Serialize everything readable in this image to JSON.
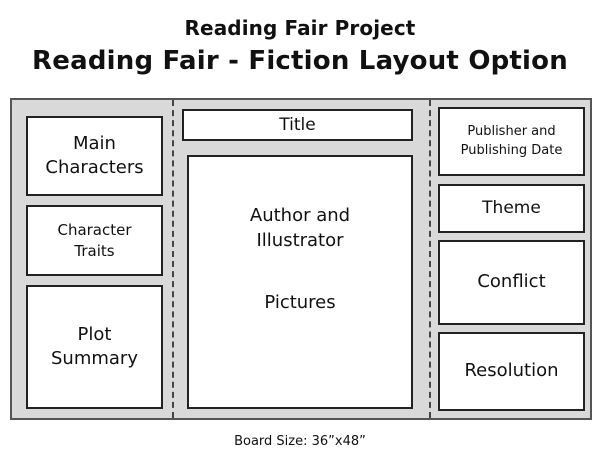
{
  "header": {
    "subtitle": "Reading Fair Project",
    "title": "Reading Fair - Fiction Layout Option"
  },
  "board": {
    "left_panel": {
      "main_characters": "Main\nCharacters",
      "character_traits": "Character\nTraits",
      "plot_summary": "Plot\nSummary"
    },
    "center_panel": {
      "title": "Title",
      "author_illustrator": "Author and\nIllustrator",
      "pictures": "Pictures"
    },
    "right_panel": {
      "publisher": "Publisher and\nPublishing Date",
      "theme": "Theme",
      "conflict": "Conflict",
      "resolution": "Resolution"
    }
  },
  "footer": {
    "board_size": "Board Size: 36”x48”"
  }
}
